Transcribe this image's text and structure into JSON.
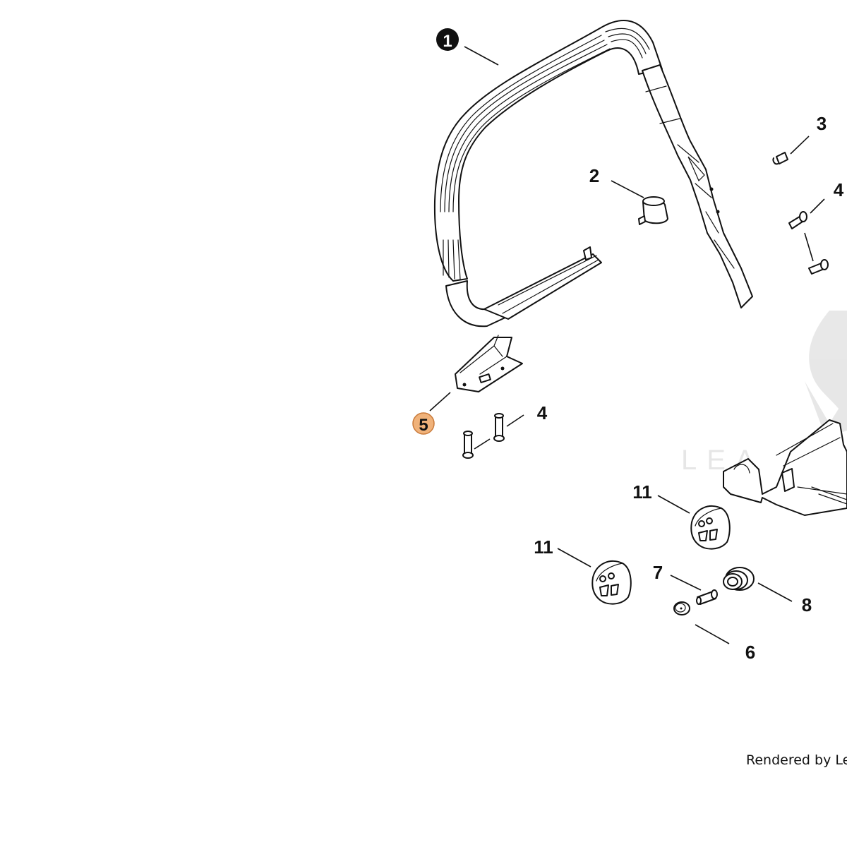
{
  "callouts": {
    "c1": "1",
    "c2": "2",
    "c3": "3",
    "c4a": "4",
    "c4b": "4",
    "c5": "5",
    "c6": "6",
    "c7": "7",
    "c8": "8",
    "c11a": "11",
    "c11b": "11"
  },
  "highlight_color": "#f0b27a",
  "watermark": "LEA",
  "credit": "Rendered by Lead"
}
